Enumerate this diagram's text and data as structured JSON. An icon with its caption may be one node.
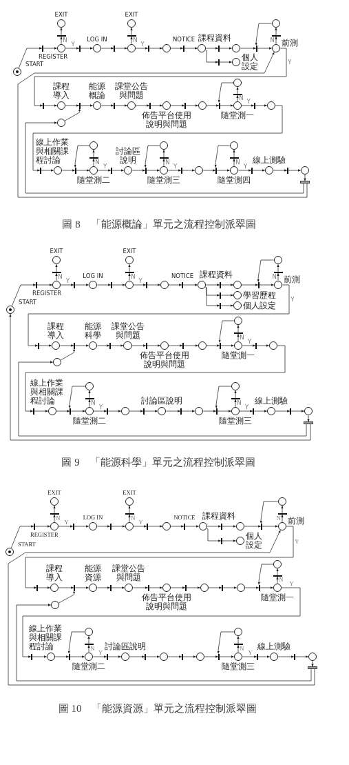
{
  "diagram": {
    "nodes": [
      {
        "text": [],
        "shape": "circle",
        "beside": [
          "START"
        ]
      },
      {
        "text": [],
        "shape": "bar",
        "beside": [
          "REGISTER"
        ]
      },
      {
        "text": [],
        "shape": "circle"
      },
      {
        "text": [],
        "shape": "bar"
      },
      {
        "text": [],
        "shape": "circle",
        "beside": [
          "EXIT"
        ]
      },
      {
        "text": [],
        "shape": "bar"
      },
      {
        "text": [],
        "shape": "circle",
        "beside": [
          "LOG IN"
        ]
      },
      {
        "text": [],
        "shape": "bar"
      },
      {
        "text": [],
        "shape": "circle"
      },
      {
        "text": [],
        "shape": "bar"
      },
      {
        "text": [],
        "shape": "circle",
        "beside": [
          "EXIT"
        ]
      },
      {
        "text": [],
        "shape": "bar"
      },
      {
        "text": [],
        "shape": "circle"
      },
      {
        "text": [],
        "shape": "bar",
        "beside": [
          "NOTICE"
        ]
      },
      {
        "text": [],
        "shape": "circle"
      },
      {
        "text": [],
        "shape": "bar"
      },
      {
        "text": [],
        "shape": "circle",
        "beside": [
          "課程資料"
        ]
      },
      {
        "text": [],
        "shape": "bar"
      },
      {
        "text": [],
        "shape": "circle",
        "beside": [
          "個人設定"
        ]
      },
      {
        "text": [],
        "shape": "bar"
      },
      {
        "text": [],
        "shape": "circle",
        "beside": [
          "前測"
        ]
      },
      {
        "text": [],
        "shape": "bar"
      },
      {
        "text": [],
        "shape": "circle"
      },
      {
        "text": [],
        "shape": "bar"
      },
      {
        "text": [],
        "shape": "circle",
        "beside": [
          "課程導入"
        ]
      },
      {
        "text": [],
        "shape": "circle"
      },
      {
        "text": [],
        "shape": "bar"
      },
      {
        "text": [],
        "shape": "circle",
        "beside": [
          "能源概論"
        ]
      },
      {
        "text": [],
        "shape": "bar"
      },
      {
        "text": [],
        "shape": "circle",
        "beside": [
          "課堂公告與問題"
        ]
      },
      {
        "text": [],
        "shape": "bar"
      },
      {
        "text": [],
        "shape": "circle",
        "beside": [
          "佈告平台使用說明與問題"
        ]
      },
      {
        "text": [],
        "shape": "bar"
      },
      {
        "text": [],
        "shape": "circle"
      },
      {
        "text": [],
        "shape": "bar"
      },
      {
        "text": [],
        "shape": "circle",
        "beside": [
          "隨堂測一"
        ]
      },
      {
        "text": [],
        "shape": "bar"
      },
      {
        "text": [],
        "shape": "circle"
      },
      {
        "text": [],
        "shape": "bar"
      },
      {
        "text": [],
        "shape": "circle"
      },
      {
        "text": [],
        "shape": "bar"
      },
      {
        "text": [],
        "shape": "circle",
        "beside": [
          "線上作業與相關課程討論"
        ]
      },
      {
        "text": [],
        "shape": "bar"
      },
      {
        "text": [],
        "shape": "circle",
        "beside": [
          "隨堂測二"
        ]
      },
      {
        "text": [],
        "shape": "bar"
      },
      {
        "text": [],
        "shape": "circle"
      },
      {
        "text": [],
        "shape": "bar"
      },
      {
        "text": [],
        "shape": "circle",
        "beside": [
          "討論區說明"
        ]
      },
      {
        "text": [],
        "shape": "bar"
      },
      {
        "text": [],
        "shape": "circle",
        "beside": [
          "隨堂測三"
        ]
      },
      {
        "text": [],
        "shape": "bar"
      },
      {
        "text": [],
        "shape": "circle"
      },
      {
        "text": [],
        "shape": "bar"
      },
      {
        "text": [],
        "shape": "circle"
      },
      {
        "text": [],
        "shape": "bar"
      },
      {
        "text": [],
        "shape": "circle",
        "beside": [
          "隨堂測四"
        ]
      },
      {
        "text": [],
        "shape": "bar"
      },
      {
        "text": [],
        "shape": "circle"
      },
      {
        "text": [],
        "shape": "bar"
      },
      {
        "text": [],
        "shape": "circle",
        "beside": [
          "線上測驗"
        ]
      },
      {
        "text": [],
        "shape": "bar"
      },
      {
        "text": [],
        "shape": "circle"
      },
      {
        "text": [],
        "shape": "bar"
      },
      {
        "text": [],
        "shape": "circle",
        "beside": [
          "START"
        ]
      },
      {
        "text": [],
        "shape": "bar",
        "beside": [
          "REGISTER"
        ]
      },
      {
        "text": [],
        "shape": "circle"
      },
      {
        "text": [],
        "shape": "bar"
      },
      {
        "text": [],
        "shape": "circle",
        "beside": [
          "EXIT"
        ]
      },
      {
        "text": [],
        "shape": "bar"
      },
      {
        "text": [],
        "shape": "circle",
        "beside": [
          "LOG IN"
        ]
      },
      {
        "text": [],
        "shape": "bar"
      },
      {
        "text": [],
        "shape": "circle"
      },
      {
        "text": [],
        "shape": "bar"
      },
      {
        "text": [],
        "shape": "circle",
        "beside": [
          "EXIT"
        ]
      },
      {
        "text": [],
        "shape": "bar"
      },
      {
        "text": [],
        "shape": "circle"
      },
      {
        "text": [],
        "shape": "bar",
        "beside": [
          "NOTICE"
        ]
      },
      {
        "text": [],
        "shape": "circle"
      },
      {
        "text": [],
        "shape": "bar"
      },
      {
        "text": [],
        "shape": "circle",
        "beside": [
          "課程資料"
        ]
      },
      {
        "text": [],
        "shape": "bar"
      },
      {
        "text": [],
        "shape": "circle",
        "beside": [
          "學習歷程"
        ]
      },
      {
        "text": [],
        "shape": "bar"
      },
      {
        "text": [],
        "shape": "circle",
        "beside": [
          "個人設定"
        ]
      },
      {
        "text": [],
        "shape": "bar"
      },
      {
        "text": [],
        "shape": "circle",
        "beside": [
          "前測"
        ]
      },
      {
        "text": [],
        "shape": "bar"
      },
      {
        "text": [],
        "shape": "circle"
      },
      {
        "text": [],
        "shape": "bar"
      },
      {
        "text": [],
        "shape": "circle",
        "beside": [
          "課程導入"
        ]
      },
      {
        "text": [],
        "shape": "circle"
      },
      {
        "text": [],
        "shape": "bar"
      },
      {
        "text": [],
        "shape": "circle",
        "beside": [
          "能源科學"
        ]
      },
      {
        "text": [],
        "shape": "bar"
      },
      {
        "text": [],
        "shape": "circle",
        "beside": [
          "課堂公告與問題"
        ]
      },
      {
        "text": [],
        "shape": "bar"
      },
      {
        "text": [],
        "shape": "circle",
        "beside": [
          "佈告平台使用說明與問題"
        ]
      },
      {
        "text": [],
        "shape": "bar"
      },
      {
        "text": [],
        "shape": "circle"
      },
      {
        "text": [],
        "shape": "bar"
      },
      {
        "text": [],
        "shape": "circle",
        "beside": [
          "隨堂測一"
        ]
      },
      {
        "text": [],
        "shape": "bar"
      },
      {
        "text": [],
        "shape": "circle"
      },
      {
        "text": [],
        "shape": "bar"
      },
      {
        "text": [],
        "shape": "circle"
      },
      {
        "text": [],
        "shape": "bar"
      },
      {
        "text": [],
        "shape": "circle",
        "beside": [
          "線上作業與相關課程討論"
        ]
      },
      {
        "text": [],
        "shape": "bar"
      },
      {
        "text": [],
        "shape": "circle",
        "beside": [
          "隨堂測二"
        ]
      },
      {
        "text": [],
        "shape": "bar"
      },
      {
        "text": [],
        "shape": "circle"
      },
      {
        "text": [],
        "shape": "bar"
      },
      {
        "text": [],
        "shape": "circle"
      },
      {
        "text": [],
        "shape": "bar"
      },
      {
        "text": [],
        "shape": "circle",
        "beside": [
          "討論區說明"
        ]
      },
      {
        "text": [],
        "shape": "bar"
      },
      {
        "text": [],
        "shape": "circle"
      },
      {
        "text": [],
        "shape": "bar"
      },
      {
        "text": [],
        "shape": "circle",
        "beside": [
          "隨堂測三"
        ]
      },
      {
        "text": [],
        "shape": "bar"
      },
      {
        "text": [],
        "shape": "circle"
      },
      {
        "text": [],
        "shape": "bar"
      },
      {
        "text": [],
        "shape": "circle",
        "beside": [
          "線上測驗"
        ]
      },
      {
        "text": [],
        "shape": "bar"
      },
      {
        "text": [],
        "shape": "circle"
      },
      {
        "text": [],
        "shape": "bar"
      },
      {
        "text": [],
        "shape": "circle",
        "beside": [
          "START"
        ]
      },
      {
        "text": [],
        "shape": "bar",
        "beside": [
          "REGISTER"
        ]
      },
      {
        "text": [],
        "shape": "circle"
      },
      {
        "text": [],
        "shape": "bar"
      },
      {
        "text": [],
        "shape": "circle",
        "beside": [
          "EXIT"
        ]
      },
      {
        "text": [],
        "shape": "bar"
      },
      {
        "text": [],
        "shape": "circle",
        "beside": [
          "LOG IN"
        ]
      },
      {
        "text": [],
        "shape": "bar"
      },
      {
        "text": [],
        "shape": "circle"
      },
      {
        "text": [],
        "shape": "bar"
      },
      {
        "text": [],
        "shape": "circle",
        "beside": [
          "EXIT"
        ]
      },
      {
        "text": [],
        "shape": "bar"
      },
      {
        "text": [],
        "shape": "circle"
      },
      {
        "text": [],
        "shape": "bar",
        "beside": [
          "NOTICE"
        ]
      },
      {
        "text": [],
        "shape": "circle"
      },
      {
        "text": [],
        "shape": "bar"
      },
      {
        "text": [],
        "shape": "circle",
        "beside": [
          "課程資料"
        ]
      },
      {
        "text": [],
        "shape": "bar"
      },
      {
        "text": [],
        "shape": "circle",
        "beside": [
          "個人設定"
        ]
      },
      {
        "text": [],
        "shape": "bar"
      },
      {
        "text": [],
        "shape": "circle",
        "beside": [
          "前測"
        ]
      },
      {
        "text": [],
        "shape": "bar"
      },
      {
        "text": [],
        "shape": "circle"
      },
      {
        "text": [],
        "shape": "bar"
      },
      {
        "text": [],
        "shape": "circle",
        "beside": [
          "課程導入"
        ]
      },
      {
        "text": [],
        "shape": "circle"
      },
      {
        "text": [],
        "shape": "bar"
      },
      {
        "text": [],
        "shape": "circle",
        "beside": [
          "能源資源"
        ]
      },
      {
        "text": [],
        "shape": "bar"
      },
      {
        "text": [],
        "shape": "circle",
        "beside": [
          "課堂公告與問題"
        ]
      },
      {
        "text": [],
        "shape": "bar"
      },
      {
        "text": [],
        "shape": "circle",
        "beside": [
          "佈告平台使用說明與問題"
        ]
      },
      {
        "text": [],
        "shape": "bar"
      },
      {
        "text": [],
        "shape": "circle"
      },
      {
        "text": [],
        "shape": "bar"
      },
      {
        "text": [],
        "shape": "circle"
      },
      {
        "text": [],
        "shape": "bar"
      },
      {
        "text": [],
        "shape": "circle",
        "beside": [
          "隨堂測一"
        ]
      },
      {
        "text": [],
        "shape": "bar"
      },
      {
        "text": [],
        "shape": "circle"
      },
      {
        "text": [],
        "shape": "bar"
      },
      {
        "text": [],
        "shape": "circle",
        "beside": [
          "線上作業與相關課程討論"
        ]
      },
      {
        "text": [],
        "shape": "bar"
      },
      {
        "text": [],
        "shape": "circle",
        "beside": [
          "隨堂測二"
        ]
      },
      {
        "text": [],
        "shape": "bar"
      },
      {
        "text": [],
        "shape": "circle"
      },
      {
        "text": [],
        "shape": "bar"
      },
      {
        "text": [],
        "shape": "circle",
        "beside": [
          "討論區說明"
        ]
      },
      {
        "text": [],
        "shape": "bar"
      },
      {
        "text": [],
        "shape": "circle"
      },
      {
        "text": [],
        "shape": "bar"
      },
      {
        "text": [],
        "shape": "circle"
      },
      {
        "text": [],
        "shape": "bar"
      },
      {
        "text": [],
        "shape": "circle",
        "beside": [
          "隨堂測三"
        ]
      },
      {
        "text": [],
        "shape": "bar"
      },
      {
        "text": [],
        "shape": "circle"
      },
      {
        "text": [],
        "shape": "bar"
      },
      {
        "text": [],
        "shape": "circle",
        "beside": [
          "線上測驗"
        ]
      },
      {
        "text": [],
        "shape": "bar"
      },
      {
        "text": [],
        "shape": "circle"
      },
      {
        "text": [],
        "shape": "bar"
      }
    ],
    "edges": [
      {
        "from": 0,
        "to": 1,
        "arrow": "to"
      },
      {
        "from": 1,
        "to": 2,
        "arrow": "to"
      },
      {
        "from": 2,
        "to": 3,
        "arrow": "to",
        "label": "N"
      },
      {
        "from": 3,
        "to": 4,
        "arrow": "to"
      },
      {
        "from": 2,
        "to": 5,
        "arrow": "to",
        "label": "Y"
      },
      {
        "from": 5,
        "to": 6,
        "arrow": "to"
      },
      {
        "from": 6,
        "to": 7,
        "arrow": "to"
      },
      {
        "from": 7,
        "to": 8,
        "arrow": "to"
      },
      {
        "from": 8,
        "to": 9,
        "arrow": "to",
        "label": "N"
      },
      {
        "from": 9,
        "to": 10,
        "arrow": "to"
      },
      {
        "from": 8,
        "to": 11,
        "arrow": "to",
        "label": "Y"
      },
      {
        "from": 11,
        "to": 12,
        "arrow": "to"
      },
      {
        "from": 12,
        "to": 13,
        "arrow": "to"
      },
      {
        "from": 13,
        "to": 14,
        "arrow": "to"
      },
      {
        "from": 14,
        "to": 15,
        "arrow": "to"
      },
      {
        "from": 15,
        "to": 16,
        "arrow": "to"
      },
      {
        "from": 14,
        "to": 17,
        "arrow": "to"
      },
      {
        "from": 17,
        "to": 18,
        "arrow": "to"
      },
      {
        "from": 16,
        "to": 19,
        "arrow": "to"
      },
      {
        "from": 19,
        "to": 20,
        "arrow": "to"
      },
      {
        "from": 20,
        "to": 21,
        "arrow": "to",
        "label": "N"
      },
      {
        "from": 21,
        "to": 22,
        "arrow": "to"
      },
      {
        "from": 22,
        "to": 19,
        "arrow": "to"
      },
      {
        "from": 20,
        "to": 23,
        "arrow": "to",
        "label": "Y"
      },
      {
        "from": 23,
        "to": 24,
        "arrow": "to"
      },
      {
        "from": 24,
        "to": 26,
        "arrow": "to"
      },
      {
        "from": 25,
        "to": 26,
        "arrow": "to"
      },
      {
        "from": 26,
        "to": 27,
        "arrow": "to"
      },
      {
        "from": 27,
        "to": 28,
        "arrow": "to"
      },
      {
        "from": 28,
        "to": 29,
        "arrow": "to"
      },
      {
        "from": 29,
        "to": 30,
        "arrow": "to"
      },
      {
        "from": 30,
        "to": 31,
        "arrow": "to"
      },
      {
        "from": 31,
        "to": 32,
        "arrow": "to"
      },
      {
        "from": 32,
        "to": 33,
        "arrow": "to"
      },
      {
        "from": 33,
        "to": 34,
        "arrow": "to"
      },
      {
        "from": 34,
        "to": 35,
        "arrow": "to"
      },
      {
        "from": 35,
        "to": 36,
        "arrow": "to",
        "label": "N"
      },
      {
        "from": 36,
        "to": 37,
        "arrow": "to"
      },
      {
        "from": 37,
        "to": 34,
        "arrow": "to"
      },
      {
        "from": 35,
        "to": 38,
        "arrow": "to",
        "label": "Y"
      },
      {
        "from": 38,
        "to": 39,
        "arrow": "to"
      },
      {
        "from": 39,
        "to": 40,
        "arrow": "to"
      },
      {
        "from": 40,
        "to": 41,
        "arrow": "to"
      },
      {
        "from": 41,
        "to": 42,
        "arrow": "to"
      },
      {
        "from": 42,
        "to": 43,
        "arrow": "to"
      },
      {
        "from": 43,
        "to": 44,
        "arrow": "to",
        "label": "N"
      },
      {
        "from": 44,
        "to": 45,
        "arrow": "to"
      },
      {
        "from": 45,
        "to": 42,
        "arrow": "to"
      },
      {
        "from": 43,
        "to": 46,
        "arrow": "to",
        "label": "Y"
      },
      {
        "from": 46,
        "to": 47,
        "arrow": "to"
      },
      {
        "from": 47,
        "to": 48,
        "arrow": "to"
      },
      {
        "from": 48,
        "to": 49,
        "arrow": "to"
      },
      {
        "from": 49,
        "to": 50,
        "arrow": "to",
        "label": "N"
      },
      {
        "from": 50,
        "to": 51,
        "arrow": "to"
      },
      {
        "from": 51,
        "to": 48,
        "arrow": "to"
      },
      {
        "from": 49,
        "to": 52,
        "arrow": "to",
        "label": "Y"
      },
      {
        "from": 52,
        "to": 53,
        "arrow": "to"
      },
      {
        "from": 53,
        "to": 54,
        "arrow": "to"
      },
      {
        "from": 54,
        "to": 55,
        "arrow": "to"
      },
      {
        "from": 55,
        "to": 56,
        "arrow": "to",
        "label": "N"
      },
      {
        "from": 56,
        "to": 57,
        "arrow": "to"
      },
      {
        "from": 57,
        "to": 54,
        "arrow": "to"
      },
      {
        "from": 55,
        "to": 58,
        "arrow": "to",
        "label": "Y"
      },
      {
        "from": 58,
        "to": 59,
        "arrow": "to"
      },
      {
        "from": 59,
        "to": 60,
        "arrow": "to"
      },
      {
        "from": 60,
        "to": 61,
        "arrow": "to"
      },
      {
        "from": 61,
        "to": 62,
        "arrow": "to"
      },
      {
        "from": 62,
        "to": 25,
        "arrow": "to"
      },
      {
        "from": 62,
        "to": 20,
        "arrow": "to"
      },
      {
        "from": 63,
        "to": 64,
        "arrow": "to"
      },
      {
        "from": 64,
        "to": 65,
        "arrow": "to"
      },
      {
        "from": 65,
        "to": 66,
        "arrow": "to",
        "label": "N"
      },
      {
        "from": 66,
        "to": 67,
        "arrow": "to"
      },
      {
        "from": 65,
        "to": 68,
        "arrow": "to",
        "label": "Y"
      },
      {
        "from": 68,
        "to": 69,
        "arrow": "to"
      },
      {
        "from": 69,
        "to": 70,
        "arrow": "to"
      },
      {
        "from": 70,
        "to": 71,
        "arrow": "to"
      },
      {
        "from": 71,
        "to": 72,
        "arrow": "to",
        "label": "N"
      },
      {
        "from": 72,
        "to": 73,
        "arrow": "to"
      },
      {
        "from": 71,
        "to": 74,
        "arrow": "to",
        "label": "Y"
      },
      {
        "from": 74,
        "to": 75,
        "arrow": "to"
      },
      {
        "from": 75,
        "to": 76,
        "arrow": "to"
      },
      {
        "from": 76,
        "to": 77,
        "arrow": "to"
      },
      {
        "from": 77,
        "to": 78,
        "arrow": "to"
      },
      {
        "from": 78,
        "to": 79,
        "arrow": "to"
      },
      {
        "from": 77,
        "to": 80,
        "arrow": "to"
      },
      {
        "from": 80,
        "to": 81,
        "arrow": "to"
      },
      {
        "from": 77,
        "to": 82,
        "arrow": "to"
      },
      {
        "from": 82,
        "to": 83,
        "arrow": "to"
      },
      {
        "from": 79,
        "to": 84,
        "arrow": "to"
      },
      {
        "from": 84,
        "to": 85,
        "arrow": "to"
      },
      {
        "from": 85,
        "to": 86,
        "arrow": "to",
        "label": "N"
      },
      {
        "from": 86,
        "to": 87,
        "arrow": "to"
      },
      {
        "from": 87,
        "to": 84,
        "arrow": "to"
      },
      {
        "from": 85,
        "to": 88,
        "arrow": "to",
        "label": "Y"
      },
      {
        "from": 88,
        "to": 89,
        "arrow": "to"
      },
      {
        "from": 89,
        "to": 91,
        "arrow": "to"
      },
      {
        "from": 90,
        "to": 91,
        "arrow": "to"
      },
      {
        "from": 91,
        "to": 92,
        "arrow": "to"
      },
      {
        "from": 92,
        "to": 93,
        "arrow": "to"
      },
      {
        "from": 93,
        "to": 94,
        "arrow": "to"
      },
      {
        "from": 94,
        "to": 95,
        "arrow": "to"
      },
      {
        "from": 95,
        "to": 96,
        "arrow": "to"
      },
      {
        "from": 96,
        "to": 97,
        "arrow": "to"
      },
      {
        "from": 97,
        "to": 98,
        "arrow": "to"
      },
      {
        "from": 98,
        "to": 99,
        "arrow": "to"
      },
      {
        "from": 99,
        "to": 100,
        "arrow": "to"
      },
      {
        "from": 100,
        "to": 101,
        "arrow": "to",
        "label": "N"
      },
      {
        "from": 101,
        "to": 102,
        "arrow": "to"
      },
      {
        "from": 102,
        "to": 99,
        "arrow": "to"
      },
      {
        "from": 100,
        "to": 103,
        "arrow": "to",
        "label": "Y"
      },
      {
        "from": 103,
        "to": 104,
        "arrow": "to"
      },
      {
        "from": 104,
        "to": 105,
        "arrow": "to"
      },
      {
        "from": 105,
        "to": 106,
        "arrow": "to"
      },
      {
        "from": 106,
        "to": 107,
        "arrow": "to"
      },
      {
        "from": 107,
        "to": 108,
        "arrow": "to"
      },
      {
        "from": 108,
        "to": 109,
        "arrow": "to",
        "label": "N"
      },
      {
        "from": 109,
        "to": 110,
        "arrow": "to"
      },
      {
        "from": 110,
        "to": 107,
        "arrow": "to"
      },
      {
        "from": 108,
        "to": 111,
        "arrow": "to",
        "label": "Y"
      },
      {
        "from": 111,
        "to": 112,
        "arrow": "to"
      },
      {
        "from": 112,
        "to": 113,
        "arrow": "to"
      },
      {
        "from": 113,
        "to": 114,
        "arrow": "to"
      },
      {
        "from": 114,
        "to": 115,
        "arrow": "to"
      },
      {
        "from": 115,
        "to": 116,
        "arrow": "to"
      },
      {
        "from": 116,
        "to": 117,
        "arrow": "to"
      },
      {
        "from": 117,
        "to": 118,
        "arrow": "to"
      },
      {
        "from": 118,
        "to": 119,
        "arrow": "to",
        "label": "N"
      },
      {
        "from": 119,
        "to": 120,
        "arrow": "to"
      },
      {
        "from": 120,
        "to": 117,
        "arrow": "to"
      },
      {
        "from": 118,
        "to": 121,
        "arrow": "to",
        "label": "Y"
      },
      {
        "from": 121,
        "to": 122,
        "arrow": "to"
      },
      {
        "from": 122,
        "to": 123,
        "arrow": "to"
      },
      {
        "from": 123,
        "to": 124,
        "arrow": "to"
      },
      {
        "from": 124,
        "to": 125,
        "arrow": "to"
      },
      {
        "from": 125,
        "to": 90,
        "arrow": "to"
      },
      {
        "from": 125,
        "to": 63,
        "arrow": "to"
      },
      {
        "from": 126,
        "to": 127,
        "arrow": "to"
      },
      {
        "from": 127,
        "to": 128,
        "arrow": "to"
      },
      {
        "from": 128,
        "to": 129,
        "arrow": "to",
        "label": "N"
      },
      {
        "from": 129,
        "to": 130,
        "arrow": "to"
      },
      {
        "from": 128,
        "to": 131,
        "arrow": "to",
        "label": "Y"
      },
      {
        "from": 131,
        "to": 132,
        "arrow": "to"
      },
      {
        "from": 132,
        "to": 133,
        "arrow": "to"
      },
      {
        "from": 133,
        "to": 134,
        "arrow": "to"
      },
      {
        "from": 134,
        "to": 135,
        "arrow": "to",
        "label": "N"
      },
      {
        "from": 135,
        "to": 136,
        "arrow": "to"
      },
      {
        "from": 134,
        "to": 137,
        "arrow": "to",
        "label": "Y"
      },
      {
        "from": 137,
        "to": 138,
        "arrow": "to"
      },
      {
        "from": 138,
        "to": 139,
        "arrow": "to"
      },
      {
        "from": 139,
        "to": 140,
        "arrow": "to"
      },
      {
        "from": 140,
        "to": 141,
        "arrow": "to"
      },
      {
        "from": 141,
        "to": 142,
        "arrow": "to"
      },
      {
        "from": 140,
        "to": 143,
        "arrow": "to"
      },
      {
        "from": 143,
        "to": 144,
        "arrow": "to"
      },
      {
        "from": 142,
        "to": 145,
        "arrow": "to"
      },
      {
        "from": 145,
        "to": 146,
        "arrow": "to"
      },
      {
        "from": 146,
        "to": 147,
        "arrow": "to",
        "label": "N"
      },
      {
        "from": 147,
        "to": 148,
        "arrow": "to"
      },
      {
        "from": 148,
        "to": 145,
        "arrow": "to"
      },
      {
        "from": 146,
        "to": 149,
        "arrow": "to",
        "label": "Y"
      },
      {
        "from": 149,
        "to": 150,
        "arrow": "to"
      },
      {
        "from": 150,
        "to": 152,
        "arrow": "to"
      },
      {
        "from": 151,
        "to": 152,
        "arrow": "to"
      },
      {
        "from": 152,
        "to": 153,
        "arrow": "to"
      },
      {
        "from": 153,
        "to": 154,
        "arrow": "to"
      },
      {
        "from": 154,
        "to": 155,
        "arrow": "to"
      },
      {
        "from": 155,
        "to": 156,
        "arrow": "to"
      },
      {
        "from": 156,
        "to": 157,
        "arrow": "to"
      },
      {
        "from": 157,
        "to": 158,
        "arrow": "to"
      },
      {
        "from": 158,
        "to": 159,
        "arrow": "to"
      },
      {
        "from": 159,
        "to": 160,
        "arrow": "to"
      },
      {
        "from": 160,
        "to": 161,
        "arrow": "to"
      },
      {
        "from": 161,
        "to": 162,
        "arrow": "to"
      },
      {
        "from": 162,
        "to": 163,
        "arrow": "to"
      },
      {
        "from": 163,
        "to": 164,
        "arrow": "to",
        "label": "N"
      },
      {
        "from": 164,
        "to": 165,
        "arrow": "to"
      },
      {
        "from": 165,
        "to": 162,
        "arrow": "to"
      },
      {
        "from": 163,
        "to": 166,
        "arrow": "to",
        "label": "Y"
      },
      {
        "from": 166,
        "to": 167,
        "arrow": "to"
      },
      {
        "from": 167,
        "to": 168,
        "arrow": "to"
      },
      {
        "from": 168,
        "to": 169,
        "arrow": "to"
      },
      {
        "from": 169,
        "to": 170,
        "arrow": "to",
        "label": "N"
      },
      {
        "from": 170,
        "to": 171,
        "arrow": "to"
      },
      {
        "from": 171,
        "to": 168,
        "arrow": "to"
      },
      {
        "from": 169,
        "to": 172,
        "arrow": "to",
        "label": "Y"
      },
      {
        "from": 172,
        "to": 173,
        "arrow": "to"
      },
      {
        "from": 173,
        "to": 174,
        "arrow": "to"
      },
      {
        "from": 174,
        "to": 175,
        "arrow": "to"
      },
      {
        "from": 175,
        "to": 176,
        "arrow": "to"
      },
      {
        "from": 176,
        "to": 177,
        "arrow": "to"
      },
      {
        "from": 177,
        "to": 178,
        "arrow": "to"
      },
      {
        "from": 178,
        "to": 179,
        "arrow": "to"
      },
      {
        "from": 179,
        "to": 180,
        "arrow": "to",
        "label": "N"
      },
      {
        "from": 180,
        "to": 181,
        "arrow": "to"
      },
      {
        "from": 181,
        "to": 178,
        "arrow": "to"
      },
      {
        "from": 179,
        "to": 182,
        "arrow": "to",
        "label": "Y"
      },
      {
        "from": 182,
        "to": 183,
        "arrow": "to"
      },
      {
        "from": 183,
        "to": 184,
        "arrow": "to"
      },
      {
        "from": 184,
        "to": 185,
        "arrow": "to"
      },
      {
        "from": 185,
        "to": 186,
        "arrow": "to"
      },
      {
        "from": 186,
        "to": 151,
        "arrow": "to"
      },
      {
        "from": 186,
        "to": 146,
        "arrow": "to"
      }
    ],
    "labels": [
      "圖 8　「能源概論」單元之流程控制派翠圖",
      "圖 9　「能源科學」單元之流程控制派翠圖",
      "圖 10　「能源資源」單元之流程控制派翠圖"
    ]
  }
}
